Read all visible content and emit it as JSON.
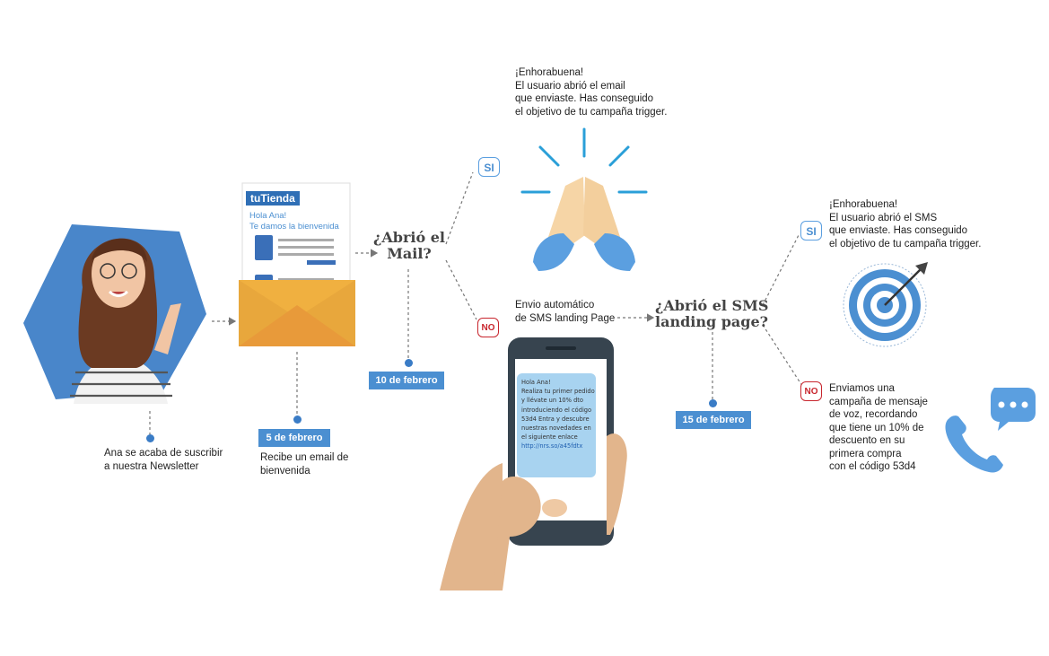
{
  "subscriber": {
    "caption_line1": "Ana se acaba de suscribir",
    "caption_line2": "a nuestra Newsletter"
  },
  "email": {
    "brand": "tuTienda",
    "greeting": "Hola Ana!",
    "welcome": "Te damos la bienvenida",
    "date": "5 de febrero",
    "caption_line1": "Recibe un email de",
    "caption_line2": "bienvenida"
  },
  "decision_mail": {
    "question_line1": "¿Abrió el",
    "question_line2": "Mail?",
    "date": "10 de febrero",
    "yes": "SI",
    "no": "NO"
  },
  "success_mail": {
    "line1": "¡Enhorabuena!",
    "line2": "El usuario abrió el email",
    "line3": "que enviaste. Has conseguido",
    "line4": "el objetivo de tu campaña trigger."
  },
  "sms_send": {
    "line1": "Envio automático",
    "line2": "de SMS landing Page"
  },
  "sms_message": {
    "line1": "Hola Ana!",
    "line2": "Realiza tu primer pedido",
    "line3": "y llévate un 10% dto",
    "line4": "introduciendo el código",
    "line5": "53d4  Entra y descubre",
    "line6": "nuestras novedades en",
    "line7": "el siguiente enlace",
    "link": "http://nrs.so/a45fdtx"
  },
  "decision_sms": {
    "question_line1": "¿Abrió el SMS",
    "question_line2": "landing page?",
    "date": "15 de febrero",
    "yes": "SI",
    "no": "NO"
  },
  "success_sms": {
    "line1": "¡Enhorabuena!",
    "line2": "El usuario abrió el SMS",
    "line3": "que enviaste. Has conseguido",
    "line4": "el objetivo de tu campaña trigger."
  },
  "voice_campaign": {
    "line1": "Enviamos una",
    "line2": "campaña de mensaje",
    "line3": "de voz, recordando",
    "line4": "que tiene un 10% de",
    "line5": "descuento en su",
    "line6": "primera compra",
    "line7": "con el código 53d4"
  },
  "colors": {
    "primary_blue": "#4b8fd1",
    "dark_blue": "#2f6fb6",
    "no_red": "#c8262e",
    "envelope_yellow": "#f0b040",
    "envelope_orange": "#e89a3a"
  }
}
